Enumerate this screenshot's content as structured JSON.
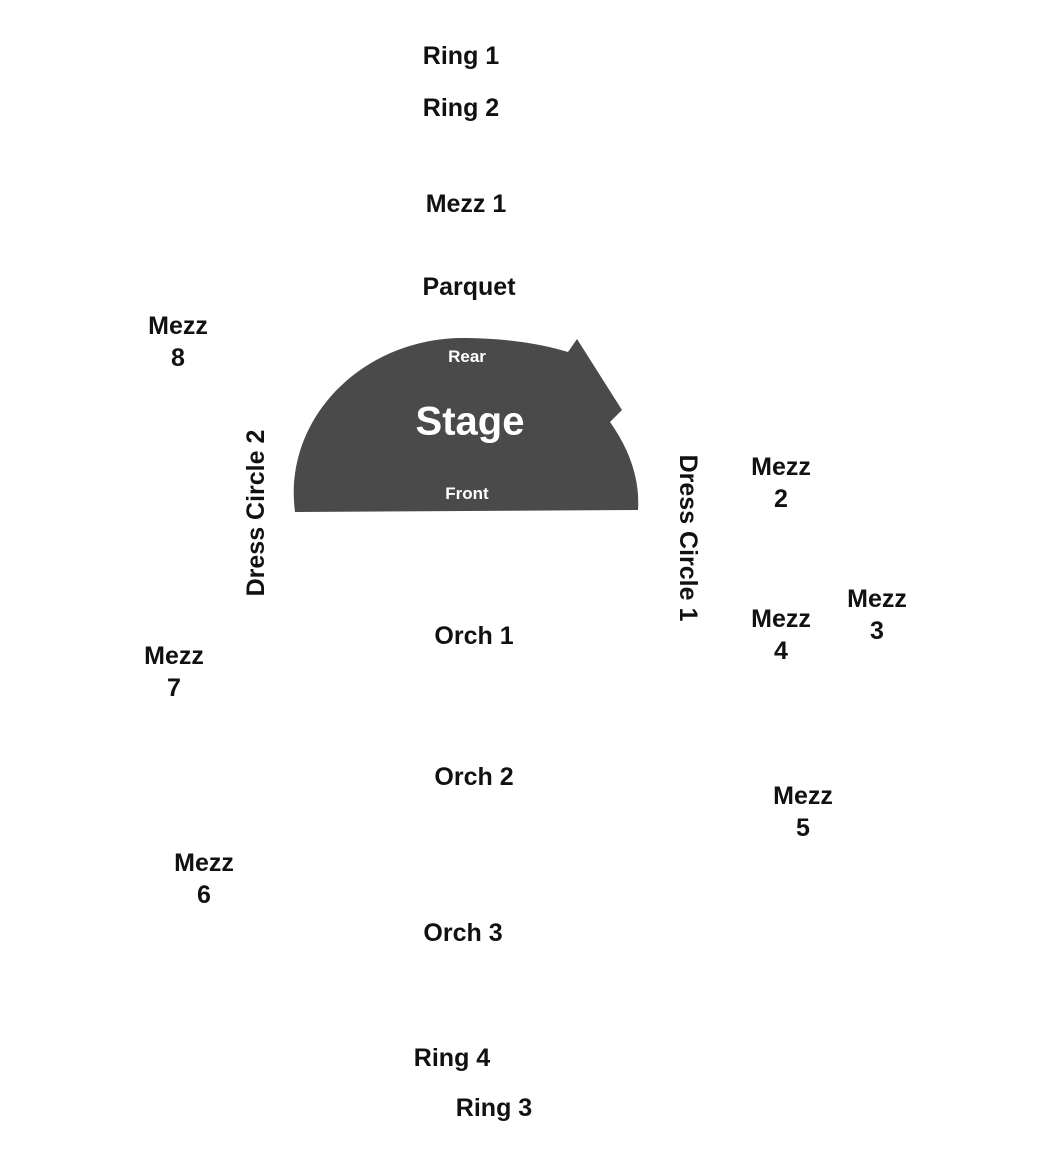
{
  "stage": {
    "label": "Stage",
    "rear": "Rear",
    "front": "Front",
    "color": "#4a4a4a"
  },
  "sections": {
    "ring1": "Ring 1",
    "ring2": "Ring 2",
    "mezz1": "Mezz 1",
    "parquet": "Parquet",
    "mezz8": [
      "Mezz",
      "8"
    ],
    "dress_circle_2": "Dress Circle 2",
    "dress_circle_1": "Dress Circle 1",
    "mezz2": [
      "Mezz",
      "2"
    ],
    "mezz3": [
      "Mezz",
      "3"
    ],
    "mezz4": [
      "Mezz",
      "4"
    ],
    "orch1": "Orch 1",
    "mezz7": [
      "Mezz",
      "7"
    ],
    "orch2": "Orch 2",
    "mezz5": [
      "Mezz",
      "5"
    ],
    "mezz6": [
      "Mezz",
      "6"
    ],
    "orch3": "Orch 3",
    "ring4": "Ring 4",
    "ring3": "Ring 3"
  }
}
